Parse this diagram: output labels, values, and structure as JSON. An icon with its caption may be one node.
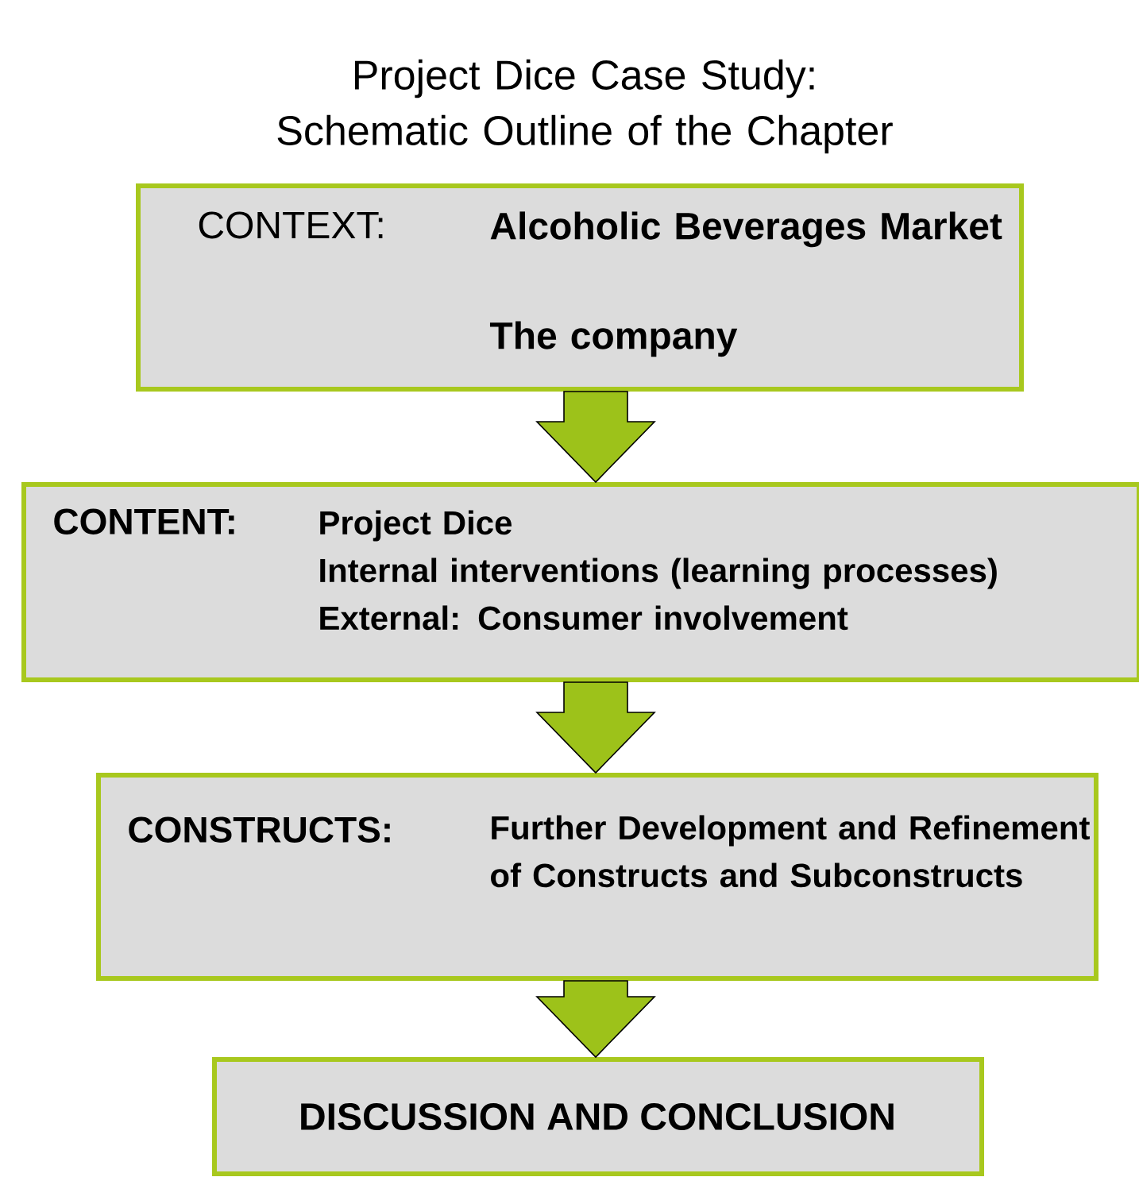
{
  "diagram": {
    "title": "Project Dice Case Study: Schematic Outline of the Chapter",
    "nodes": [
      {
        "text": [
          "CONTEXT:",
          "Alcoholic Beverages Market",
          "The company"
        ]
      },
      {
        "text": [
          "CONTENT:",
          "Project Dice",
          "Internal interventions (learning processes)",
          "External: Consumer involvement"
        ]
      },
      {
        "text": [
          "CONSTRUCTS:",
          "Further Development and Refinement of Constructs and Subconstructs"
        ]
      },
      {
        "text": [
          "DISCUSSION AND CONCLUSION"
        ]
      }
    ],
    "edges": [
      {
        "from": 0,
        "to": 1,
        "arrow": "to"
      },
      {
        "from": 1,
        "to": 2,
        "arrow": "to"
      },
      {
        "from": 2,
        "to": 3,
        "arrow": "to"
      }
    ]
  }
}
